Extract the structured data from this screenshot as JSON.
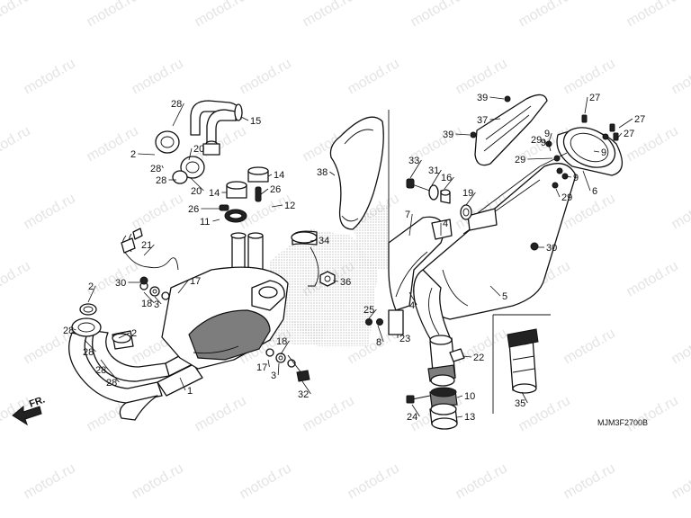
{
  "watermark": "motod.ru",
  "diagram_code": "MJM3F2700B",
  "front_label": "FR.",
  "callouts": [
    {
      "id": "c1",
      "text": "1"
    },
    {
      "id": "c2a",
      "text": "2"
    },
    {
      "id": "c2b",
      "text": "2"
    },
    {
      "id": "c2c",
      "text": "2"
    },
    {
      "id": "c3a",
      "text": "3"
    },
    {
      "id": "c3b",
      "text": "3"
    },
    {
      "id": "c4a",
      "text": "4"
    },
    {
      "id": "c4b",
      "text": "4"
    },
    {
      "id": "c5",
      "text": "5"
    },
    {
      "id": "c6",
      "text": "6"
    },
    {
      "id": "c7",
      "text": "7"
    },
    {
      "id": "c8",
      "text": "8"
    },
    {
      "id": "c9a",
      "text": "9"
    },
    {
      "id": "c9b",
      "text": "9"
    },
    {
      "id": "c9c",
      "text": "9"
    },
    {
      "id": "c9d",
      "text": "9"
    },
    {
      "id": "c10",
      "text": "10"
    },
    {
      "id": "c11",
      "text": "11"
    },
    {
      "id": "c12",
      "text": "12"
    },
    {
      "id": "c13",
      "text": "13"
    },
    {
      "id": "c14a",
      "text": "14"
    },
    {
      "id": "c14b",
      "text": "14"
    },
    {
      "id": "c15",
      "text": "15"
    },
    {
      "id": "c16",
      "text": "16"
    },
    {
      "id": "c17a",
      "text": "17"
    },
    {
      "id": "c17b",
      "text": "17"
    },
    {
      "id": "c18a",
      "text": "18"
    },
    {
      "id": "c18b",
      "text": "18"
    },
    {
      "id": "c19",
      "text": "19"
    },
    {
      "id": "c20a",
      "text": "20"
    },
    {
      "id": "c20b",
      "text": "20"
    },
    {
      "id": "c21",
      "text": "21"
    },
    {
      "id": "c22",
      "text": "22"
    },
    {
      "id": "c23",
      "text": "23"
    },
    {
      "id": "c24",
      "text": "24"
    },
    {
      "id": "c25",
      "text": "25"
    },
    {
      "id": "c26a",
      "text": "26"
    },
    {
      "id": "c26b",
      "text": "26"
    },
    {
      "id": "c27a",
      "text": "27"
    },
    {
      "id": "c27b",
      "text": "27"
    },
    {
      "id": "c27c",
      "text": "27"
    },
    {
      "id": "c28a",
      "text": "28"
    },
    {
      "id": "c28b",
      "text": "28"
    },
    {
      "id": "c28c",
      "text": "28"
    },
    {
      "id": "c28d",
      "text": "28"
    },
    {
      "id": "c28e",
      "text": "28"
    },
    {
      "id": "c28f",
      "text": "28"
    },
    {
      "id": "c28g",
      "text": "28"
    },
    {
      "id": "c29a",
      "text": "29"
    },
    {
      "id": "c29b",
      "text": "29"
    },
    {
      "id": "c29c",
      "text": "29"
    },
    {
      "id": "c30a",
      "text": "30"
    },
    {
      "id": "c30b",
      "text": "30"
    },
    {
      "id": "c31",
      "text": "31"
    },
    {
      "id": "c32",
      "text": "32"
    },
    {
      "id": "c33",
      "text": "33"
    },
    {
      "id": "c34",
      "text": "34"
    },
    {
      "id": "c35",
      "text": "35"
    },
    {
      "id": "c36",
      "text": "36"
    },
    {
      "id": "c37",
      "text": "37"
    },
    {
      "id": "c38",
      "text": "38"
    },
    {
      "id": "c39a",
      "text": "39"
    },
    {
      "id": "c39b",
      "text": "39"
    }
  ]
}
